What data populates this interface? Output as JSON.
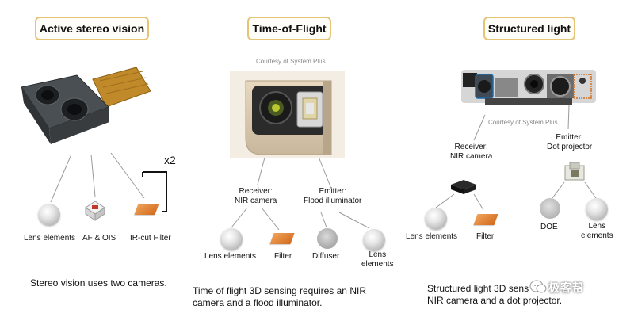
{
  "titles": {
    "stereo": "Active stereo vision",
    "tof": "Time-of-Flight",
    "structured": "Structured light"
  },
  "courtesy": {
    "tof": "Courtesy of System Plus",
    "structured": "Courtesy of System Plus"
  },
  "stereo": {
    "multiplier": "x2",
    "components": [
      "Lens elements",
      "AF & OIS",
      "IR-cut Filter"
    ],
    "caption": "Stereo vision uses two cameras."
  },
  "tof": {
    "receiver": [
      "Receiver:",
      "NIR camera"
    ],
    "emitter": [
      "Emitter:",
      "Flood illuminator"
    ],
    "components": [
      "Lens elements",
      "Filter",
      "Diffuser",
      [
        "Lens",
        "elements"
      ]
    ],
    "caption": [
      "Time of flight 3D sensing requires an NIR",
      "camera and a flood illuminator."
    ]
  },
  "structured": {
    "receiver": [
      "Receiver:",
      "NIR camera"
    ],
    "emitter": [
      "Emitter:",
      "Dot projector"
    ],
    "components": [
      "Lens elements",
      "Filter",
      "DOE",
      [
        "Lens",
        "elements"
      ]
    ],
    "caption": [
      "Structured light 3D sens",
      "NIR camera and a dot projector."
    ]
  },
  "watermark": "极客帮",
  "colors": {
    "title_border": "#e6c476",
    "filter": "#e07f2c",
    "module_dark": "#3b3f42",
    "flex_cable": "#c08a2a"
  }
}
